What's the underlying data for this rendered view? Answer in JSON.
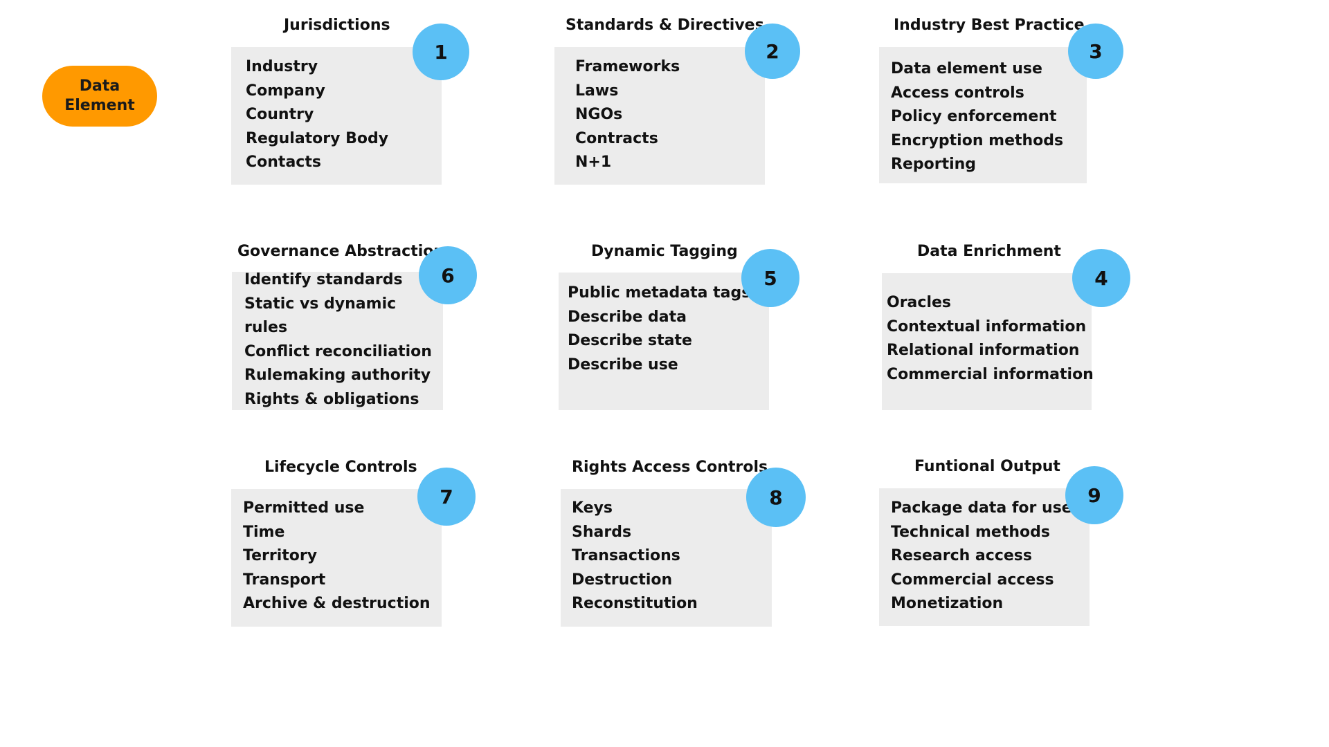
{
  "root": {
    "label_line1": "Data",
    "label_line2": "Element",
    "color": "#ff9900"
  },
  "badge_color": "#5bc0f5",
  "box_color": "#ececec",
  "cards": [
    {
      "number": "1",
      "title": "Jurisdictions",
      "items": [
        "Industry",
        "Company",
        "Country",
        "Regulatory Body",
        "Contacts"
      ]
    },
    {
      "number": "2",
      "title": "Standards & Directives",
      "items": [
        "Frameworks",
        "Laws",
        "NGOs",
        "Contracts",
        "N+1"
      ]
    },
    {
      "number": "3",
      "title": "Industry Best Practice",
      "items": [
        "Data element use",
        "Access controls",
        "Policy enforcement",
        "Encryption methods",
        "Reporting"
      ]
    },
    {
      "number": "6",
      "title": "Governance Abstraction",
      "items": [
        "Identify standards",
        "Static vs dynamic",
        "rules",
        "Conflict reconciliation",
        "Rulemaking authority",
        "Rights & obligations"
      ]
    },
    {
      "number": "5",
      "title": "Dynamic Tagging",
      "items": [
        "Public metadata tags",
        "Describe data",
        "Describe state",
        "Describe use"
      ]
    },
    {
      "number": "4",
      "title": "Data Enrichment",
      "items": [
        "Oracles",
        "Contextual information",
        "Relational information",
        "Commercial information"
      ]
    },
    {
      "number": "7",
      "title": "Lifecycle Controls",
      "items": [
        "Permitted use",
        "Time",
        "Territory",
        "Transport",
        "Archive & destruction"
      ]
    },
    {
      "number": "8",
      "title": "Rights Access Controls",
      "items": [
        "Keys",
        "Shards",
        "Transactions",
        "Destruction",
        "Reconstitution"
      ]
    },
    {
      "number": "9",
      "title": "Funtional Output",
      "items": [
        "Package data for use",
        "Technical methods",
        "Research access",
        "Commercial access",
        "Monetization"
      ]
    }
  ]
}
